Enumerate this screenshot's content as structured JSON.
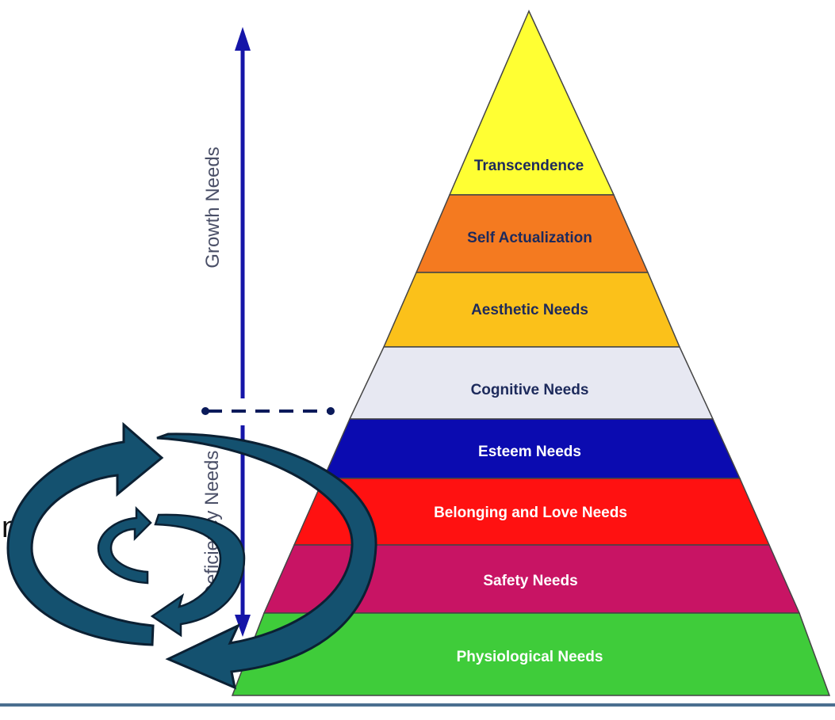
{
  "pyramid": {
    "levels": [
      {
        "label": "Transcendence",
        "color": "#ffff33"
      },
      {
        "label": "Self Actualization",
        "color": "#f47a20"
      },
      {
        "label": "Aesthetic Needs",
        "color": "#fbc11a"
      },
      {
        "label": "Cognitive Needs",
        "color": "#e7e8f2"
      },
      {
        "label": "Esteem Needs",
        "color": "#0b0bb0"
      },
      {
        "label": "Belonging and Love Needs",
        "color": "#ff1111"
      },
      {
        "label": "Safety Needs",
        "color": "#c81464"
      },
      {
        "label": "Physiological Needs",
        "color": "#3fcc3a"
      }
    ],
    "label_color": "#1d2a5c",
    "esteem_label_color": "#ffffff"
  },
  "axis": {
    "growth_label": "Growth Needs",
    "deficiency_label": "Deficiency Needs",
    "arrow_color": "#1515a8"
  },
  "cycle_arrows": {
    "fill": "#14516f",
    "outline": "#0b2033"
  },
  "edge_text": "n",
  "bottom_rule_color": "#4a6f8f"
}
